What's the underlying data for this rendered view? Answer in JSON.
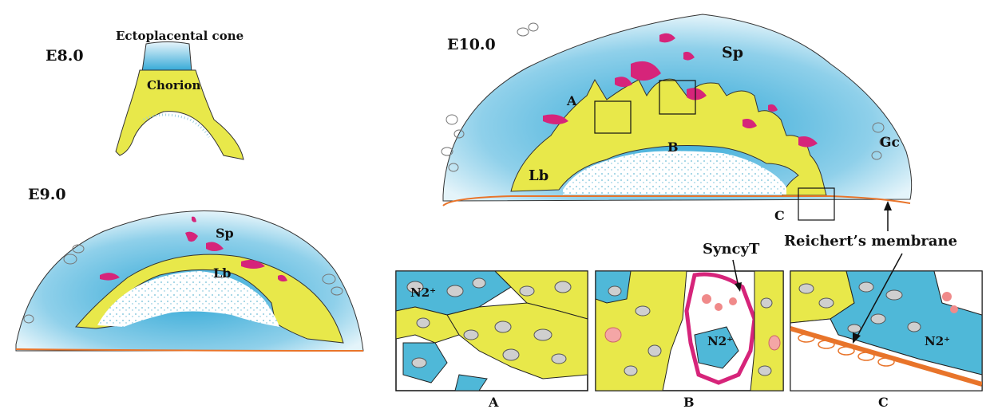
{
  "stages": {
    "e8": {
      "stage": "E8.0",
      "cone_label": "Ectoplacental cone",
      "chorion_label": "Chorion"
    },
    "e9": {
      "stage": "E9.0",
      "sp_label": "Sp",
      "lb_label": "Lb"
    },
    "e10": {
      "stage": "E10.0",
      "sp_label": "Sp",
      "lb_label": "Lb",
      "gc_label": "Gc",
      "box_a": "A",
      "box_b": "B",
      "box_c": "C",
      "reichert_label": "Reichert’s membrane"
    }
  },
  "insets": {
    "a": {
      "caption": "A",
      "cell_label": "N2⁺"
    },
    "b": {
      "caption": "B",
      "cell_label": "N2⁺",
      "syncy_label": "SyncyT"
    },
    "c": {
      "caption": "C",
      "cell_label": "N2⁺"
    }
  },
  "colors": {
    "spongio_blue": "#4fb8d8",
    "labyrinth_yellow": "#e8e84a",
    "glycogen_magenta": "#d6247a",
    "reichert_orange": "#e8742a",
    "blood_pink": "#f08a8a"
  }
}
